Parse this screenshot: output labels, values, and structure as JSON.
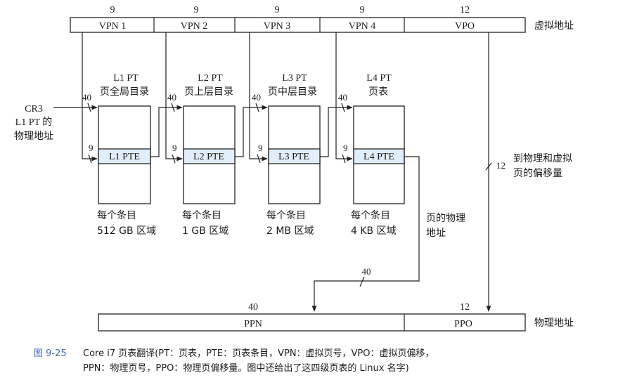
{
  "virtual_address": {
    "fields": [
      {
        "label": "VPN 1",
        "bits": "9"
      },
      {
        "label": "VPN 2",
        "bits": "9"
      },
      {
        "label": "VPN 3",
        "bits": "9"
      },
      {
        "label": "VPN 4",
        "bits": "9"
      },
      {
        "label": "VPO",
        "bits": "12"
      }
    ],
    "label": "虚拟地址"
  },
  "tables": [
    {
      "title": "L1 PT",
      "subtitle": "页全局目录",
      "entry": "L1 PTE",
      "in_bits": "40",
      "idx_bits": "9",
      "desc_line1": "每个条目",
      "desc_line2": "512 GB 区域"
    },
    {
      "title": "L2 PT",
      "subtitle": "页上层目录",
      "entry": "L2 PTE",
      "in_bits": "40",
      "idx_bits": "9",
      "desc_line1": "每个条目",
      "desc_line2": "1 GB 区域"
    },
    {
      "title": "L3 PT",
      "subtitle": "页中层目录",
      "entry": "L3 PTE",
      "in_bits": "40",
      "idx_bits": "9",
      "desc_line1": "每个条目",
      "desc_line2": "2 MB 区域"
    },
    {
      "title": "L4 PT",
      "subtitle": "页表",
      "entry": "L4 PTE",
      "in_bits": "40",
      "idx_bits": "9",
      "desc_line1": "每个条目",
      "desc_line2": "4 KB 区域"
    }
  ],
  "cr3": {
    "line1": "CR3",
    "line2": "L1 PT 的",
    "line3": "物理地址"
  },
  "vpo_path": {
    "bits": "12",
    "line1": "到物理和虚拟",
    "line2": "页的偏移量"
  },
  "page_phys": {
    "line1": "页的物理",
    "line2": "地址",
    "bits": "40"
  },
  "physical_address": {
    "fields": [
      {
        "label": "PPN",
        "bits": "40"
      },
      {
        "label": "PPO",
        "bits": "12"
      }
    ],
    "label": "物理地址"
  },
  "caption": {
    "number": "图 9-25",
    "line1": "Core i7 页表翻译(PT：页表，PTE：页表条目，VPN：虚拟页号，VPO：虚拟页偏移，",
    "line2": "PPN：物理页号，PPO：物理页偏移量。图中还给出了这四级页表的 Linux 名字)"
  }
}
